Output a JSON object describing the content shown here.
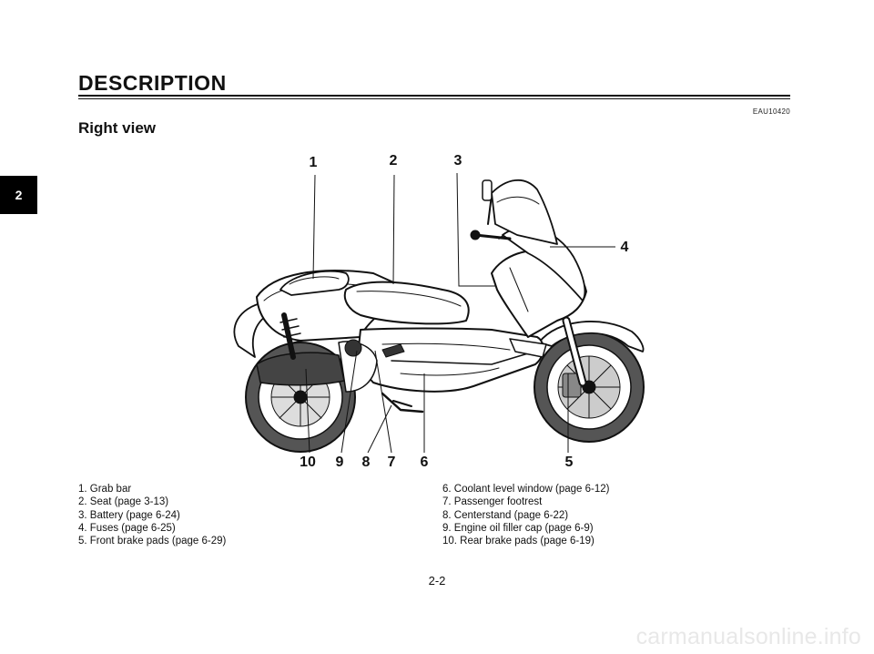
{
  "header": {
    "section_title": "DESCRIPTION",
    "ref_code": "EAU10420",
    "subtitle": "Right view"
  },
  "chapter_tab": "2",
  "figure": {
    "callouts": [
      "1",
      "2",
      "3",
      "4",
      "5",
      "6",
      "7",
      "8",
      "9",
      "10"
    ]
  },
  "legend": {
    "items": [
      "1. Grab bar",
      "2. Seat (page 3-13)",
      "3. Battery (page 6-24)",
      "4. Fuses (page 6-25)",
      "5. Front brake pads (page 6-29)",
      "6. Coolant level window (page 6-12)",
      "7. Passenger footrest",
      "8. Centerstand (page 6-22)",
      "9. Engine oil filler cap (page 6-9)",
      "10. Rear brake pads (page 6-19)"
    ]
  },
  "footer": {
    "page_number": "2-2",
    "watermark": "carmanualsonline.info"
  }
}
